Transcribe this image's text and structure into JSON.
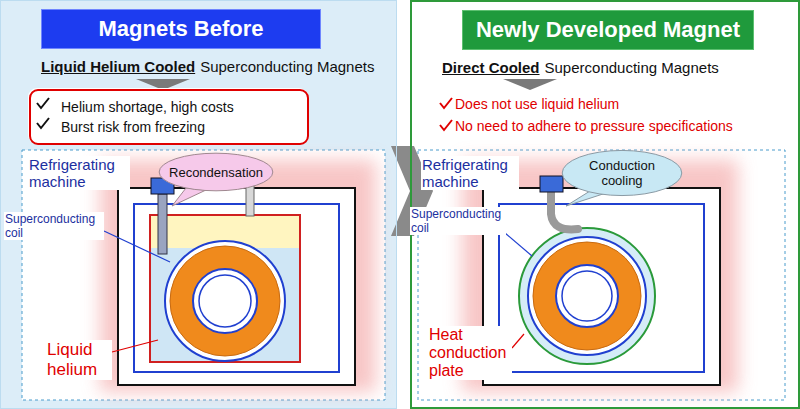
{
  "diagram": {
    "nodes": [
      {
        "text": [
          "Liquid Helium Cooled",
          "Superconducting Magnets"
        ]
      },
      {
        "text": [
          "Magnets Before"
        ],
        "in": 0
      },
      {
        "text": [
          "Helium shortage, high costs",
          "Burst risk from freezing"
        ],
        "in": 0
      },
      {
        "text": [
          "Recondensation"
        ],
        "in": 0
      },
      {
        "text": [
          "Direct Cooled",
          "Superconducting Magnets"
        ]
      },
      {
        "text": [
          "Newly Developed Magnet"
        ],
        "in": 4
      },
      {
        "text": [
          "Conduction cooling"
        ],
        "in": 4
      }
    ],
    "labels": [
      "Refrigerating machine",
      "Superconducting coil",
      "Liquid helium",
      "Does not use liquid helium",
      "No need to adhere to pressure specifications",
      "Refrigerating machine",
      "Superconducting coil",
      "Heat conduction plate"
    ]
  }
}
